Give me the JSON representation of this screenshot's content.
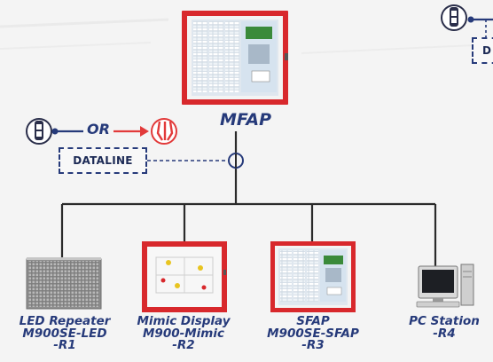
{
  "main_panel": {
    "label": "MFAP"
  },
  "connection": {
    "or_label": "OR",
    "dataline_label": "DATALINE",
    "top_right_label": "D"
  },
  "devices": [
    {
      "line1": "LED Repeater",
      "line2": "M900SE-LED",
      "line3": "-R1"
    },
    {
      "line1": "Mimic Display",
      "line2": "M900-Mimic",
      "line3": "-R2"
    },
    {
      "line1": "SFAP",
      "line2": "M900SE-SFAP",
      "line3": "-R3"
    },
    {
      "line1": "PC Station",
      "line2": "-R4"
    }
  ],
  "colors": {
    "label_blue": "#263a7a",
    "panel_red": "#d8282c",
    "line": "#2a2a2a",
    "cable_icon_red": "#e23a3a",
    "cable_icon_dark": "#2a2e4a"
  },
  "icons": [
    "cable-icon",
    "fiber-icon",
    "arrow-right-icon",
    "junction-circle-icon",
    "computer-icon"
  ]
}
